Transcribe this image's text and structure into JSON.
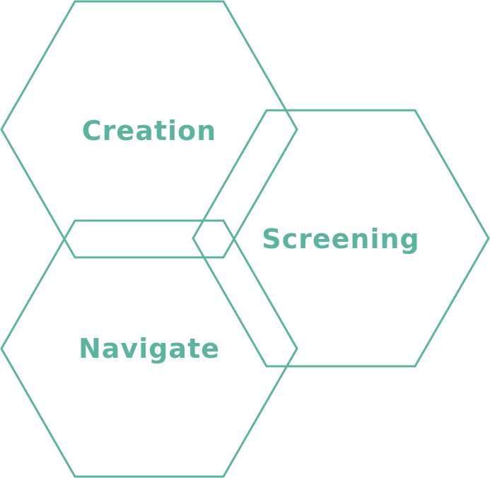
{
  "colors": {
    "accent": "#5bb3a0",
    "background": "#ffffff"
  },
  "hexagons": {
    "creation": {
      "label": "Creation"
    },
    "screening": {
      "label": "Screening"
    },
    "navigate": {
      "label": "Navigate"
    }
  }
}
